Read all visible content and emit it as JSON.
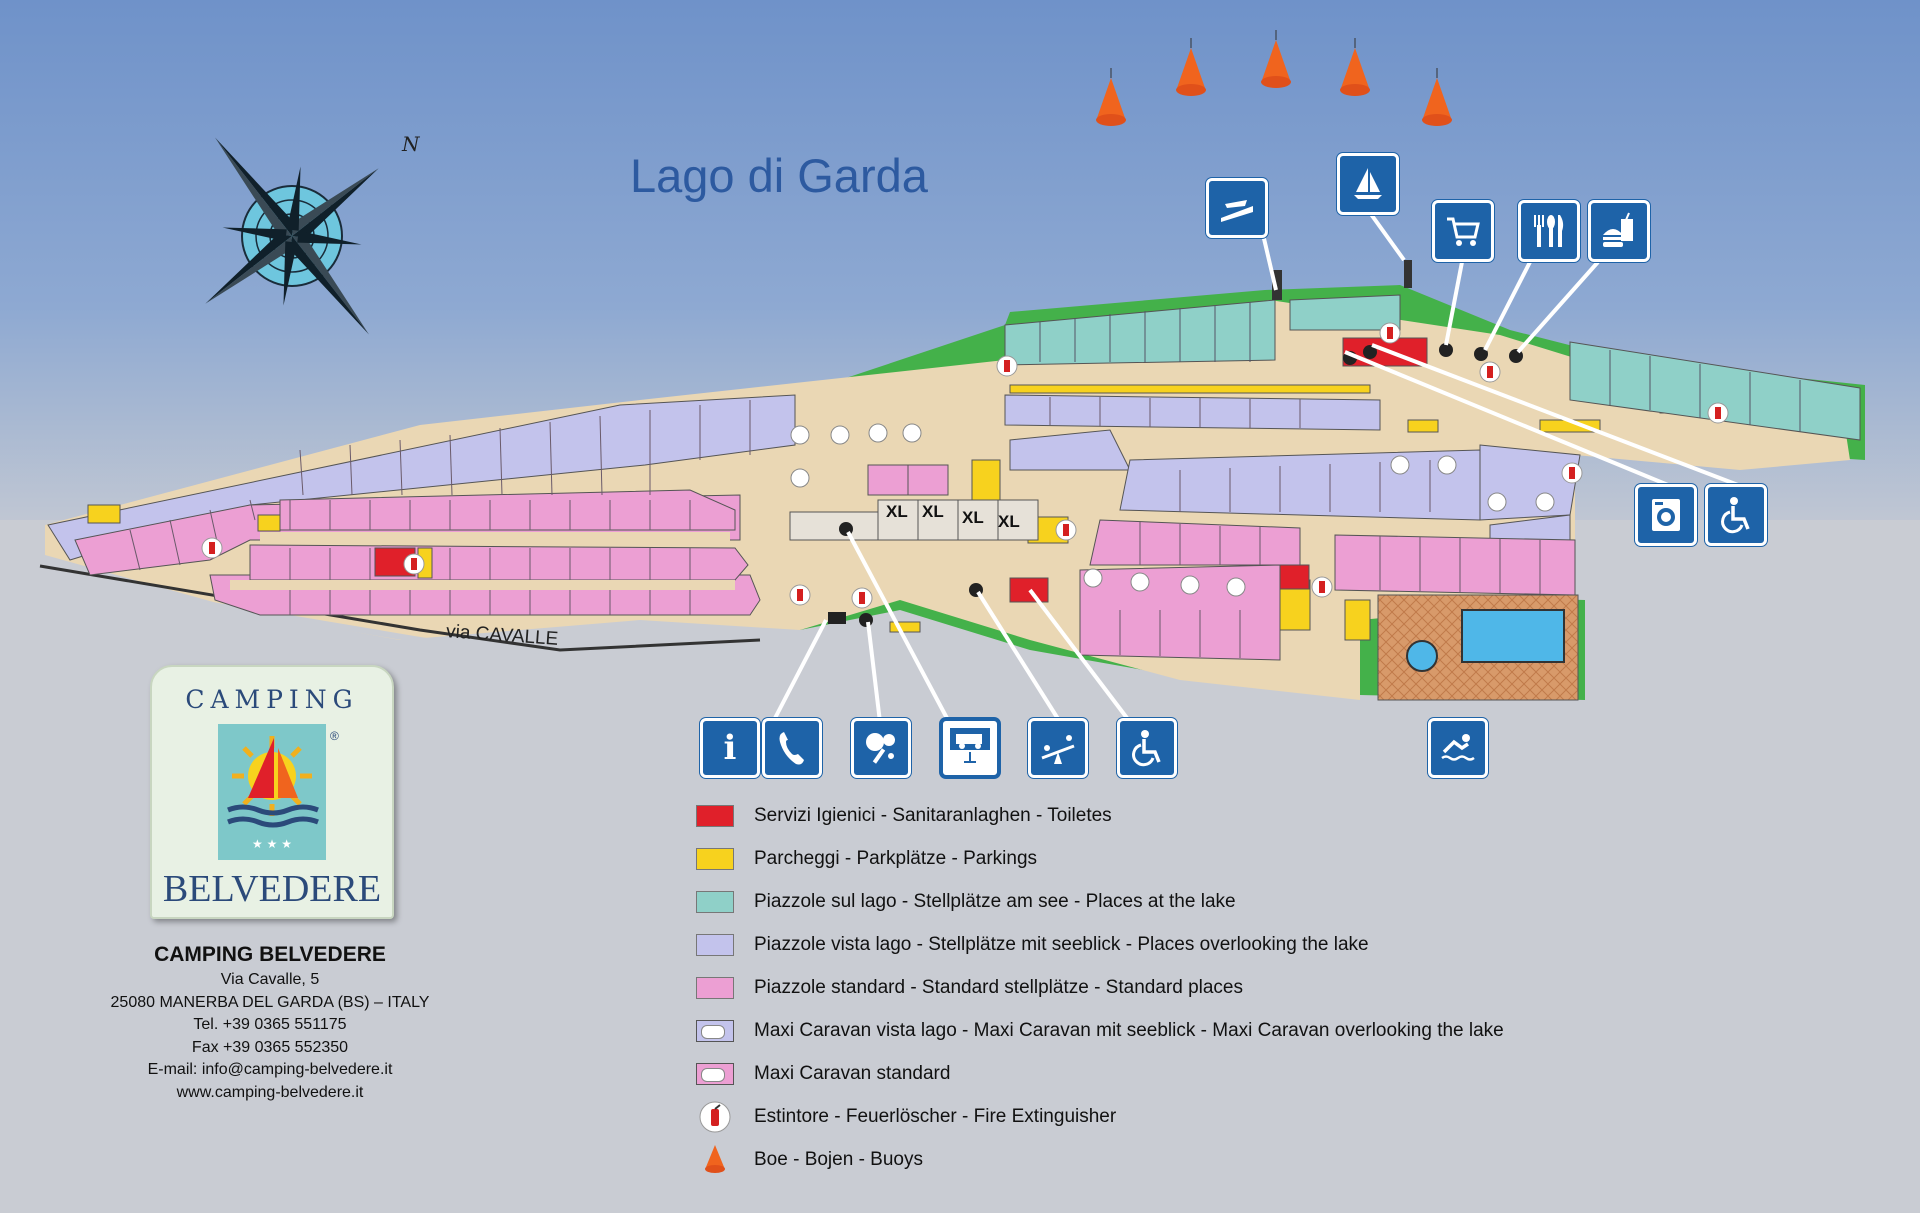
{
  "map": {
    "lake_name": "Lago di Garda",
    "road_name": "via CAVALLE",
    "compass_north": "N"
  },
  "logo": {
    "top_text": "CAMPING",
    "bottom_text": "BELVEDERE",
    "registered": "®"
  },
  "address": {
    "name": "CAMPING BELVEDERE",
    "street": "Via Cavalle, 5",
    "city": "25080 MANERBA DEL GARDA (BS) – ITALY",
    "tel": "Tel. +39 0365 551175",
    "fax": "Fax +39 0365 552350",
    "email": "E-mail: info@camping-belvedere.it",
    "web": "www.camping-belvedere.it"
  },
  "pitch_labels": [
    "XL",
    "XL",
    "XL",
    "XL"
  ],
  "legend": [
    {
      "text": "Servizi Igienici - Sanitaranlaghen  - Toiletes",
      "color": "#e0202a",
      "kind": "fill"
    },
    {
      "text": "Parcheggi - Parkplätze - Parkings",
      "color": "#f7d21e",
      "kind": "fill"
    },
    {
      "text": "Piazzole sul lago - Stellplätze am see - Places at the lake",
      "color": "#8fd0c8",
      "kind": "fill"
    },
    {
      "text": "Piazzole vista lago - Stellplätze mit seeblick - Places overlooking the lake",
      "color": "#c3c3ec",
      "kind": "fill"
    },
    {
      "text": "Piazzole standard - Standard stellplätze - Standard places",
      "color": "#ec9fd3",
      "kind": "fill"
    },
    {
      "text": "Maxi Caravan vista lago - Maxi Caravan mit seeblick - Maxi Caravan overlooking the lake",
      "color": "#c3c3ec",
      "kind": "caravan"
    },
    {
      "text": "Maxi Caravan standard",
      "color": "#ec9fd3",
      "kind": "caravan"
    },
    {
      "text": "Estintore - Feuerlöscher - Fire Extinguisher",
      "color": "#d42020",
      "kind": "extinguisher"
    },
    {
      "text": "Boe - Bojen - Buoys",
      "color": "#f0641e",
      "kind": "buoy"
    }
  ],
  "service_icons": [
    {
      "name": "boat-ramp",
      "icon": "boat-ramp-icon"
    },
    {
      "name": "sailing",
      "icon": "sailboat-icon"
    },
    {
      "name": "shop",
      "icon": "shopping-cart-icon"
    },
    {
      "name": "restaurant",
      "icon": "cutlery-icon"
    },
    {
      "name": "snack-bar",
      "icon": "fast-food-icon"
    },
    {
      "name": "laundry",
      "icon": "washing-machine-icon"
    },
    {
      "name": "disabled-toilet-top",
      "icon": "wheelchair-icon"
    },
    {
      "name": "info",
      "icon": "info-icon",
      "glyph": "i"
    },
    {
      "name": "telephone",
      "icon": "telephone-icon"
    },
    {
      "name": "table-tennis",
      "icon": "table-tennis-icon"
    },
    {
      "name": "camper-service",
      "icon": "camper-service-icon"
    },
    {
      "name": "playground",
      "icon": "playground-icon"
    },
    {
      "name": "disabled-toilet-bottom",
      "icon": "wheelchair-icon"
    },
    {
      "name": "swimming-pool",
      "icon": "swimmer-icon"
    }
  ],
  "colors": {
    "lake": "#6d90c8",
    "land_path": "#ead7b4",
    "green": "#44b14a",
    "teal": "#8fd0c8",
    "lilac": "#c3c3ec",
    "pink": "#ec9fd3",
    "yellow": "#f7d21e",
    "red": "#e0202a",
    "icon_blue": "#1e63a8"
  }
}
